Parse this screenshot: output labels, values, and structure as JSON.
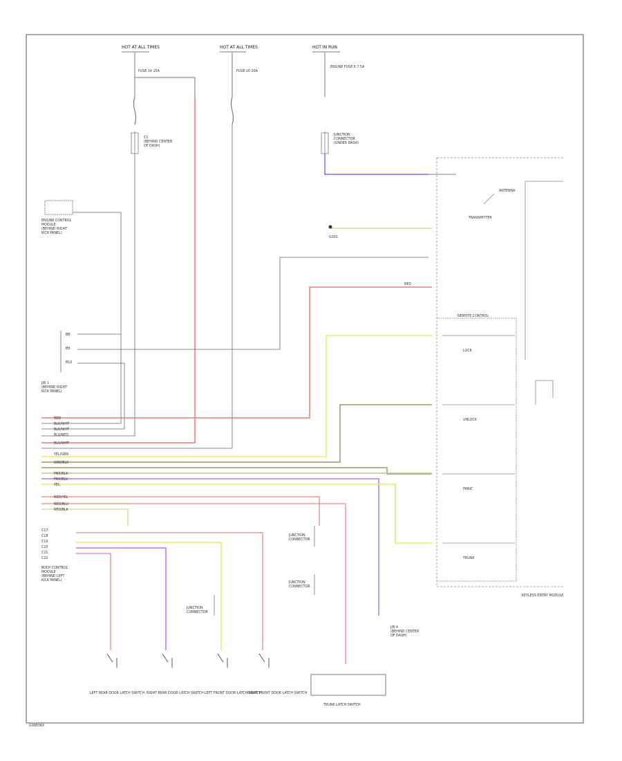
{
  "fuse_labels": [
    "HOT AT ALL TIMES",
    "HOT AT ALL TIMES",
    "HOT IN RUN"
  ],
  "fuse_names": [
    "FUSE 14 15A",
    "FUSE 20 10A",
    "ENGINE FUSE 6 7.5A"
  ],
  "switch_module_label": "TRANSMITTER",
  "remote_control_label": "REMOTE CONTROL",
  "remote_switch_labels": [
    "LOCK",
    "UNLOCK",
    "PANIC",
    "TRUNK"
  ],
  "module_label": "KEYLESS ENTRY MODULE",
  "wire_colors": [
    "RED",
    "BLK/WHT",
    "BLU/RED",
    "BLU/WHT",
    "YEL/GRN",
    "GRN/BLK",
    "PNK/BLK",
    "PNK/BLU",
    "YEL",
    "RED/YEL",
    "RED/BLU",
    "RED/BLK"
  ],
  "door_switches": [
    "LEFT REAR DOOR LATCH SWITCH",
    "RIGHT REAR DOOR LATCH SWITCH",
    "LEFT FRONT DOOR LATCH SWITCH",
    "RIGHT FRONT DOOR LATCH SWITCH"
  ],
  "trunk_switch": "TRUNK LATCH SWITCH",
  "footer_code": "G99E0K0"
}
